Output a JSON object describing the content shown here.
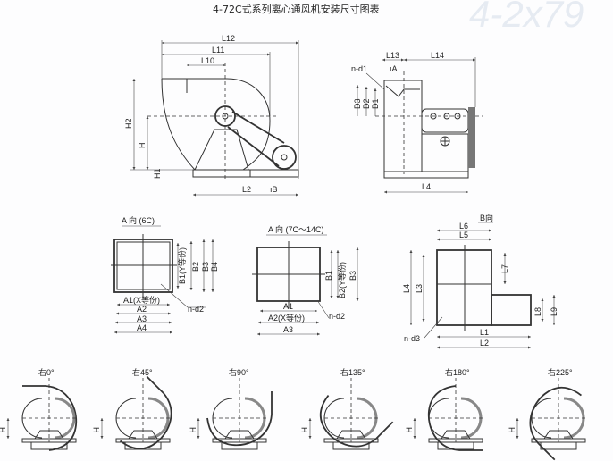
{
  "title": "4-72C式系列离心通风机安装尺寸图表",
  "watermark": "4-2x79",
  "side_view": {
    "L12": "L12",
    "L11": "L11",
    "L10": "L10",
    "H2": "H2",
    "H": "H",
    "H1": "H1",
    "L2": "L2",
    "B": "ıB"
  },
  "front_view": {
    "L13": "L13",
    "A": "ıA",
    "L14": "L14",
    "nd1": "n-d1",
    "D3": "D3",
    "D2": "D2",
    "D1": "D1",
    "L4": "L4"
  },
  "a_view_6c": {
    "title": "A 向 (6C)",
    "B1": "B1(Y等份)",
    "B2": "B2",
    "B3": "B3",
    "B4": "B4",
    "A1": "A1(X等份)",
    "A2": "A2",
    "A3": "A3",
    "A4": "A4",
    "nd2": "n-d2"
  },
  "a_view_7c": {
    "title": "A 向 (7C～14C)",
    "B1": "B1",
    "B2": "B2(Y等份)",
    "B3": "B3",
    "A1": "A1",
    "A2": "A2(X等份)",
    "A3": "A3",
    "nd2": "n-d2"
  },
  "b_view": {
    "title": "B向",
    "L6": "L6",
    "L5": "L5",
    "L7": "L7",
    "L4": "L4",
    "L3": "L3",
    "L8": "L8",
    "L9": "L9",
    "L1": "L1",
    "L2": "L2",
    "nd3": "n-d3"
  },
  "rotations": [
    {
      "label": "右0°",
      "angle": 0,
      "h": "H"
    },
    {
      "label": "右45°",
      "angle": 45,
      "h": "H"
    },
    {
      "label": "右90°",
      "angle": 90,
      "h": "H"
    },
    {
      "label": "右135°",
      "angle": 135,
      "h": "H"
    },
    {
      "label": "右180°",
      "angle": 180,
      "h": "H"
    },
    {
      "label": "右225°",
      "angle": 225,
      "h": "H"
    }
  ]
}
